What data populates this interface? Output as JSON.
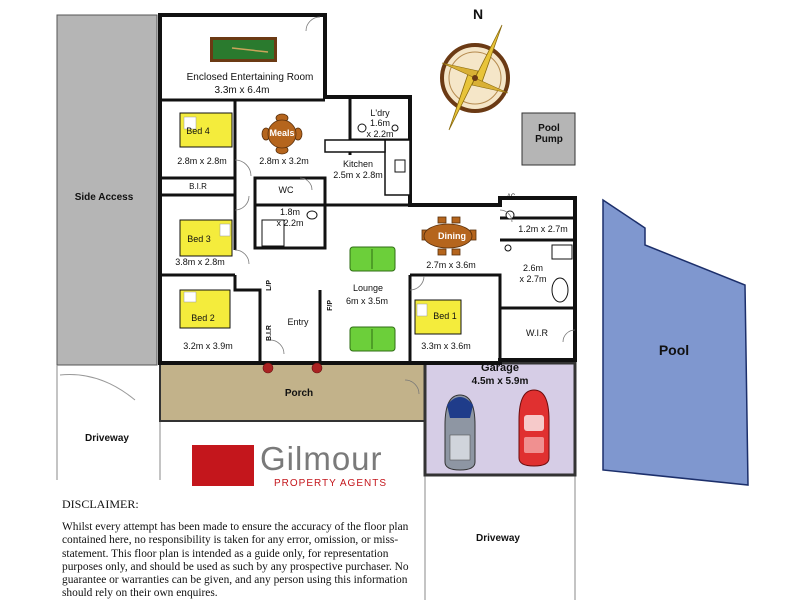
{
  "plan": {
    "compass_letter": "N",
    "rooms": [
      {
        "id": "entertaining",
        "name": "Enclosed Entertaining Room",
        "size": "3.3m x 6.4m"
      },
      {
        "id": "bed4",
        "name": "Bed 4",
        "size": "2.8m x 2.8m"
      },
      {
        "id": "meals",
        "name": "Meals",
        "size": "2.8m x 3.2m"
      },
      {
        "id": "laundry",
        "name": "L'dry",
        "size": "1.6m\nx 2.2m"
      },
      {
        "id": "kitchen",
        "name": "Kitchen",
        "size": "2.5m x 2.8m"
      },
      {
        "id": "bir_top",
        "name": "B.I.R"
      },
      {
        "id": "wc",
        "name": "WC"
      },
      {
        "id": "bath_small",
        "size": "1.8m\nx 2.2m"
      },
      {
        "id": "bed3",
        "name": "Bed 3",
        "size": "3.8m x 2.8m"
      },
      {
        "id": "dining",
        "name": "Dining",
        "size": "2.7m x 3.6m"
      },
      {
        "id": "ensuite_small",
        "size": "1.2m x 2.7m"
      },
      {
        "id": "ensuite",
        "size": "2.6m\nx 2.7m"
      },
      {
        "id": "lounge",
        "name": "Lounge",
        "size": "6m x 3.5m"
      },
      {
        "id": "bed2",
        "name": "Bed 2",
        "size": "3.2m x 3.9m"
      },
      {
        "id": "lp",
        "name": "L/P"
      },
      {
        "id": "bir_side",
        "name": "B.I.R"
      },
      {
        "id": "entry",
        "name": "Entry"
      },
      {
        "id": "fp",
        "name": "F/P"
      },
      {
        "id": "bed1",
        "name": "Bed 1",
        "size": "3.3m x 3.6m"
      },
      {
        "id": "wir",
        "name": "W.I.R"
      },
      {
        "id": "ac",
        "name": "AC"
      },
      {
        "id": "porch",
        "name": "Porch"
      },
      {
        "id": "garage",
        "name": "Garage",
        "size": "4.5m x 5.9m"
      }
    ],
    "outside": {
      "side_access": "Side Access",
      "driveway_left": "Driveway",
      "driveway_right": "Driveway",
      "pool": "Pool",
      "pool_pump": "Pool\nPump"
    }
  },
  "brand": {
    "name": "Gilmour",
    "tagline": "PROPERTY AGENTS",
    "red": "#c4161c",
    "grey": "#7a7a7a"
  },
  "disclaimer": {
    "heading": "DISCLAIMER:",
    "lines": [
      "Whilst every attempt has been made to ensure the accuracy of the floor plan",
      "contained here, no responsibility is taken for any error, omission, or miss-",
      "statement. This floor plan is intended as a guide only, for representation",
      "purposes only, and should be used as such by any prospective purchaser. No",
      "guarantee or warranties can be given, and any person using this information",
      "should rely on their own enquires."
    ]
  },
  "colors": {
    "wall": "#111111",
    "side_access": "#b5b5b5",
    "porch": "#c2b28a",
    "garage": "#d6cde6",
    "pool": "#7f97cf",
    "pool_pump": "#b5b5b5",
    "bed": "#f4ec3c",
    "couch": "#6ccf3a",
    "table": "#b5651d"
  }
}
